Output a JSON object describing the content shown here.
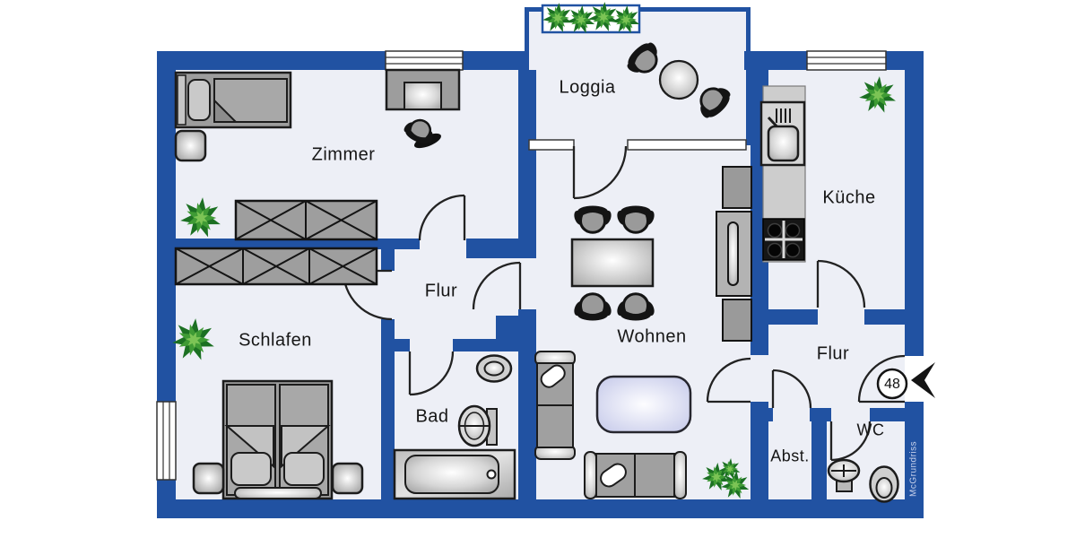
{
  "rooms": [
    {
      "id": "zimmer",
      "label": "Zimmer"
    },
    {
      "id": "schlafen",
      "label": "Schlafen"
    },
    {
      "id": "flur-center",
      "label": "Flur"
    },
    {
      "id": "bad",
      "label": "Bad"
    },
    {
      "id": "loggia",
      "label": "Loggia"
    },
    {
      "id": "wohnen",
      "label": "Wohnen"
    },
    {
      "id": "kueche",
      "label": "Küche"
    },
    {
      "id": "flur-right",
      "label": "Flur"
    },
    {
      "id": "abstellraum",
      "label": "Abst."
    },
    {
      "id": "wc",
      "label": "WC"
    }
  ],
  "entrance": {
    "unit_number": "48"
  },
  "watermark": {
    "text": "McGrundriss"
  },
  "colors": {
    "wall_blue": "#2152a2",
    "floor": "#edeff6",
    "outline": "#1c1c1c",
    "furniture_gray": "#a0a0a0",
    "furniture_light": "#cccccc",
    "rug": "#c9cdec",
    "plant_green": "#3f9b35",
    "stove_black": "#161616",
    "watermark_gray": "#c9d3ec"
  }
}
